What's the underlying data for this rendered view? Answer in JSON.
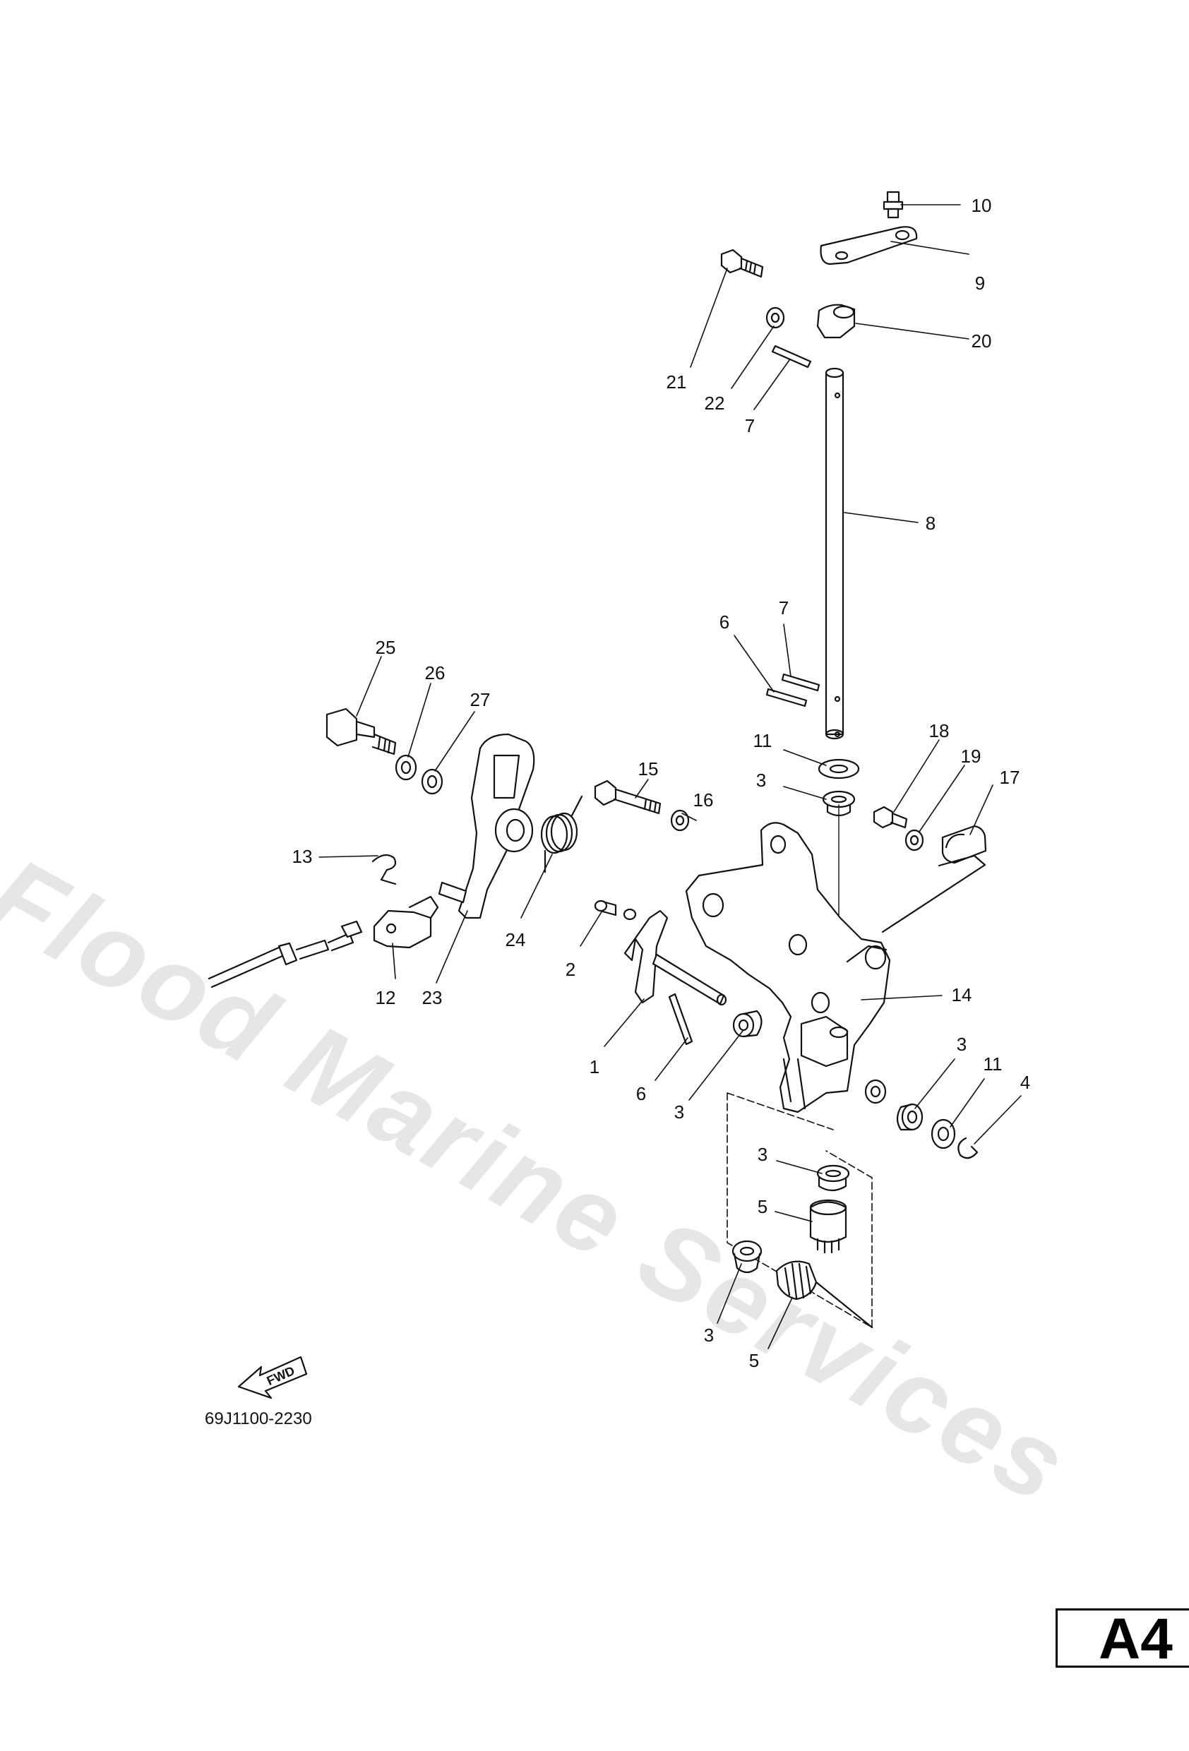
{
  "watermark": "Flood Marine Services",
  "diagram_code": "69J1100-2230",
  "page_tag": "A4",
  "fwd_arrow_label": "FWD",
  "callouts": [
    {
      "id": "c10",
      "label": "10"
    },
    {
      "id": "c9",
      "label": "9"
    },
    {
      "id": "c20",
      "label": "20"
    },
    {
      "id": "c21",
      "label": "21"
    },
    {
      "id": "c22",
      "label": "22"
    },
    {
      "id": "c7a",
      "label": "7"
    },
    {
      "id": "c8",
      "label": "8"
    },
    {
      "id": "c7b",
      "label": "7"
    },
    {
      "id": "c6a",
      "label": "6"
    },
    {
      "id": "c25",
      "label": "25"
    },
    {
      "id": "c26",
      "label": "26"
    },
    {
      "id": "c27",
      "label": "27"
    },
    {
      "id": "c11a",
      "label": "11"
    },
    {
      "id": "c3a",
      "label": "3"
    },
    {
      "id": "c18",
      "label": "18"
    },
    {
      "id": "c19",
      "label": "19"
    },
    {
      "id": "c17",
      "label": "17"
    },
    {
      "id": "c15",
      "label": "15"
    },
    {
      "id": "c16",
      "label": "16"
    },
    {
      "id": "c13",
      "label": "13"
    },
    {
      "id": "c24",
      "label": "24"
    },
    {
      "id": "c2",
      "label": "2"
    },
    {
      "id": "c14",
      "label": "14"
    },
    {
      "id": "c12",
      "label": "12"
    },
    {
      "id": "c23",
      "label": "23"
    },
    {
      "id": "c1",
      "label": "1"
    },
    {
      "id": "c3b",
      "label": "3"
    },
    {
      "id": "c11b",
      "label": "11"
    },
    {
      "id": "c4",
      "label": "4"
    },
    {
      "id": "c6b",
      "label": "6"
    },
    {
      "id": "c3c",
      "label": "3"
    },
    {
      "id": "c3d",
      "label": "3"
    },
    {
      "id": "c5a",
      "label": "5"
    },
    {
      "id": "c3e",
      "label": "3"
    },
    {
      "id": "c5b",
      "label": "5"
    }
  ]
}
